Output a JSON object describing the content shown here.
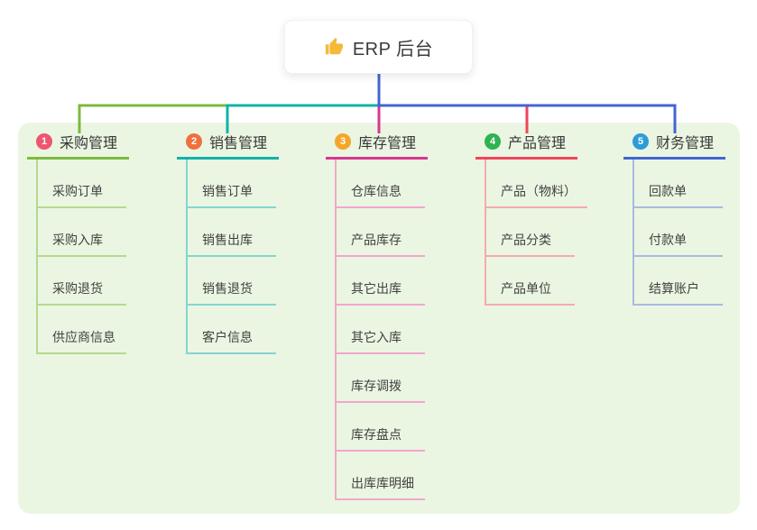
{
  "root": {
    "label": "ERP 后台",
    "icon": "thumbs-up",
    "icon_color": "#f5b93a",
    "connector_color": "#4364d4"
  },
  "canvas": {
    "background": "#ffffff",
    "panel_background": "#eaf6e2"
  },
  "branches": [
    {
      "index": "1",
      "label": "采购管理",
      "badge_color": "#ee5670",
      "line_color": "#7cb93f",
      "light_line_color": "#b5da8e",
      "children": [
        "采购订单",
        "采购入库",
        "采购退货",
        "供应商信息"
      ]
    },
    {
      "index": "2",
      "label": "销售管理",
      "badge_color": "#f0703d",
      "line_color": "#12b2a9",
      "light_line_color": "#84d5cf",
      "children": [
        "销售订单",
        "销售出库",
        "销售退货",
        "客户信息"
      ]
    },
    {
      "index": "3",
      "label": "库存管理",
      "badge_color": "#f5a62a",
      "line_color": "#d83790",
      "light_line_color": "#f2a6cc",
      "children": [
        "仓库信息",
        "产品库存",
        "其它出库",
        "其它入库",
        "库存调拨",
        "库存盘点",
        "出库库明细"
      ]
    },
    {
      "index": "4",
      "label": "产品管理",
      "badge_color": "#2eb350",
      "line_color": "#f0455a",
      "light_line_color": "#f6abab",
      "children": [
        "产品（物料）",
        "产品分类",
        "产品单位"
      ]
    },
    {
      "index": "5",
      "label": "财务管理",
      "badge_color": "#2d9cd8",
      "line_color": "#4364d4",
      "light_line_color": "#a9badf",
      "children": [
        "回款单",
        "付款单",
        "结算账户"
      ]
    }
  ]
}
